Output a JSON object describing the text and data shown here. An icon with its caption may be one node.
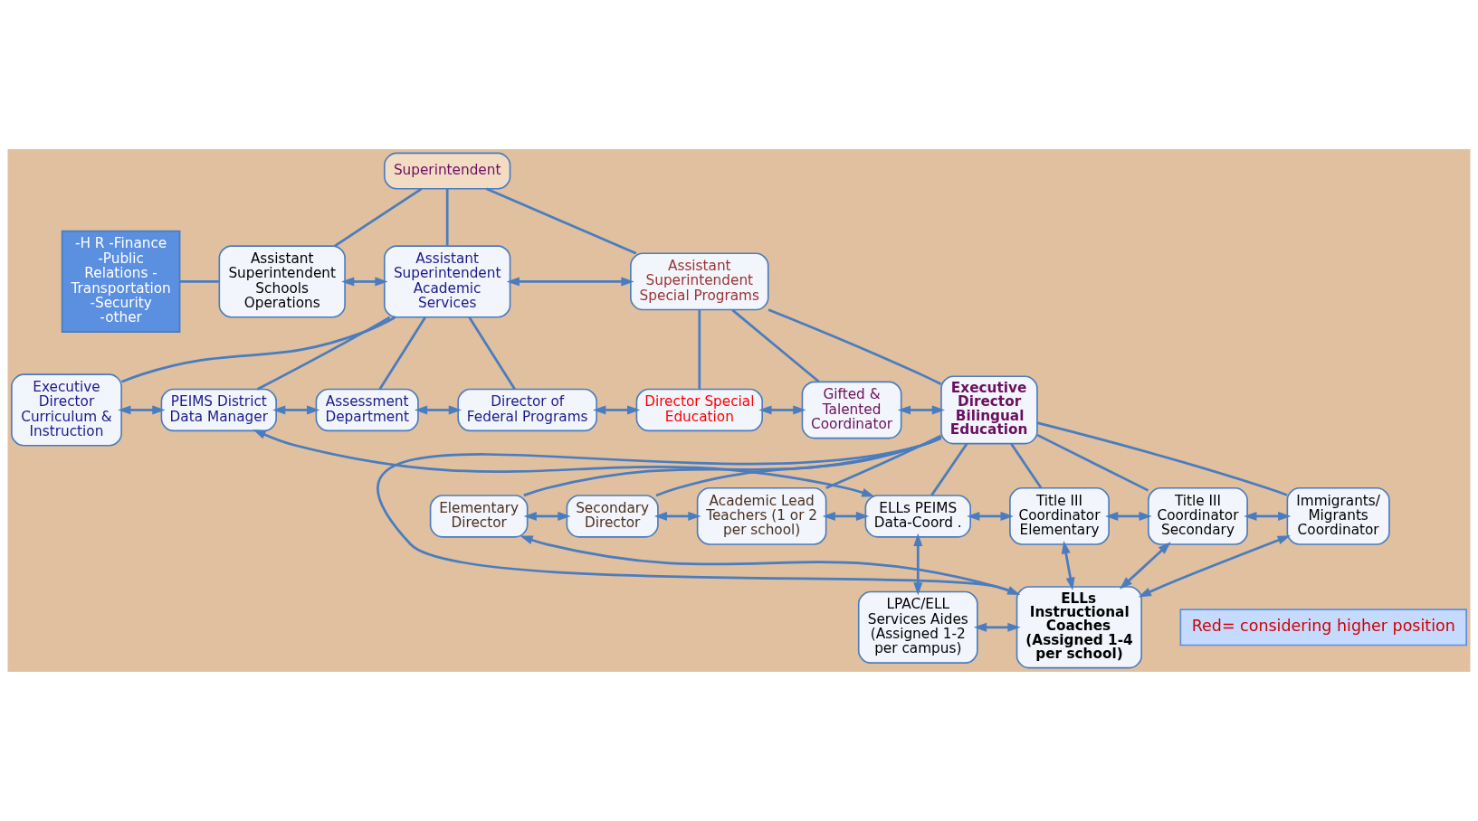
{
  "diagram": {
    "nodes": [
      {
        "text": [
          "Superintendent"
        ]
      },
      {
        "text": [
          "Assistant Superintendent",
          "Schools Operations"
        ]
      },
      {
        "text": [
          "Assistant Superintendent",
          "Academic Services"
        ]
      },
      {
        "text": [
          "Assistant Superintendent Special Programs"
        ]
      },
      {
        "text": [
          "-H R -Finance -Public Relations - Transportation -Security -other"
        ]
      },
      {
        "text": [
          "Executive Director Curriculum & Instruction"
        ]
      },
      {
        "text": [
          "PEIMS District Data Manager"
        ]
      },
      {
        "text": [
          "Assessment Department"
        ]
      },
      {
        "text": [
          "Director of Federal Programs"
        ]
      },
      {
        "text": [
          "Director Special Education"
        ]
      },
      {
        "text": [
          "Gifted & Talented Coordinator"
        ]
      },
      {
        "text": [
          "Executive Director Bilingual Education"
        ]
      },
      {
        "text": [
          "Elementary Director"
        ]
      },
      {
        "text": [
          "Secondary Director"
        ]
      },
      {
        "text": [
          "Academic Lead Teachers (1 or 2 per school)"
        ]
      },
      {
        "text": [
          "ELLs PEIMS",
          "Data-Coord ."
        ]
      },
      {
        "text": [
          "Title III Coordinator Elementary"
        ]
      },
      {
        "text": [
          "Title III Coordinator Secondary"
        ]
      },
      {
        "text": [
          "Immigrants/",
          "Migrants Coordinator"
        ]
      },
      {
        "text": [
          "LPAC/ELL Services Aides (Assigned 1-2 per campus)"
        ]
      },
      {
        "text": [
          "ELLs Instructional Coaches (Assigned 1-4 per school)"
        ]
      }
    ],
    "edges": [
      {
        "from": 0,
        "to": 1,
        "arrow": "none"
      },
      {
        "from": 0,
        "to": 2,
        "arrow": "none"
      },
      {
        "from": 0,
        "to": 3,
        "arrow": "none"
      },
      {
        "from": 1,
        "to": 2,
        "arrow": "both"
      },
      {
        "from": 2,
        "to": 3,
        "arrow": "both"
      },
      {
        "from": 4,
        "to": 1,
        "arrow": "none"
      },
      {
        "from": 2,
        "to": 5,
        "arrow": "none"
      },
      {
        "from": 2,
        "to": 6,
        "arrow": "none"
      },
      {
        "from": 2,
        "to": 7,
        "arrow": "none"
      },
      {
        "from": 2,
        "to": 8,
        "arrow": "none"
      },
      {
        "from": 3,
        "to": 9,
        "arrow": "none"
      },
      {
        "from": 3,
        "to": 10,
        "arrow": "none"
      },
      {
        "from": 3,
        "to": 11,
        "arrow": "none"
      },
      {
        "from": 5,
        "to": 6,
        "arrow": "both"
      },
      {
        "from": 6,
        "to": 7,
        "arrow": "both"
      },
      {
        "from": 7,
        "to": 8,
        "arrow": "both"
      },
      {
        "from": 8,
        "to": 9,
        "arrow": "both"
      },
      {
        "from": 9,
        "to": 10,
        "arrow": "both"
      },
      {
        "from": 10,
        "to": 11,
        "arrow": "both"
      },
      {
        "from": 6,
        "to": 15,
        "arrow": "both"
      },
      {
        "from": 11,
        "to": 12,
        "arrow": "none"
      },
      {
        "from": 11,
        "to": 13,
        "arrow": "none"
      },
      {
        "from": 11,
        "to": 14,
        "arrow": "none"
      },
      {
        "from": 11,
        "to": 15,
        "arrow": "none"
      },
      {
        "from": 11,
        "to": 16,
        "arrow": "none"
      },
      {
        "from": 11,
        "to": 17,
        "arrow": "none"
      },
      {
        "from": 11,
        "to": 18,
        "arrow": "none"
      },
      {
        "from": 11,
        "to": 20,
        "arrow": "none"
      },
      {
        "from": 12,
        "to": 13,
        "arrow": "both"
      },
      {
        "from": 13,
        "to": 14,
        "arrow": "both"
      },
      {
        "from": 14,
        "to": 15,
        "arrow": "both"
      },
      {
        "from": 15,
        "to": 16,
        "arrow": "both"
      },
      {
        "from": 16,
        "to": 17,
        "arrow": "both"
      },
      {
        "from": 17,
        "to": 18,
        "arrow": "both"
      },
      {
        "from": 15,
        "to": 19,
        "arrow": "both"
      },
      {
        "from": 16,
        "to": 20,
        "arrow": "both"
      },
      {
        "from": 17,
        "to": 20,
        "arrow": "both"
      },
      {
        "from": 18,
        "to": 20,
        "arrow": "both"
      },
      {
        "from": 19,
        "to": 20,
        "arrow": "both"
      },
      {
        "from": 12,
        "to": 20,
        "arrow": "both"
      }
    ],
    "labels": [
      "Red= considering higher position"
    ]
  }
}
